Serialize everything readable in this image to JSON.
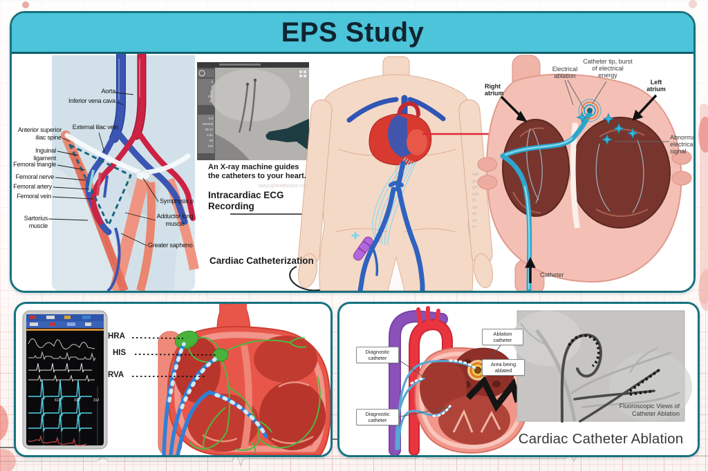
{
  "title": "EPS Study",
  "colors": {
    "banner": "#4cc4d9",
    "border": "#17717f",
    "title_text": "#102430"
  },
  "groin_figure": {
    "labels": {
      "aorta": "Aorta",
      "ivc": "Inferior vena cava",
      "external_iliac_vein": "External iliac vein",
      "asis": "Anterior superior iliac spine",
      "inguinal_ligament": "Inguinal ligament",
      "femoral_triangle": "Femoral triangle",
      "femoral_nerve": "Femoral nerve",
      "femoral_artery": "Femoral artery",
      "femoral_vein": "Femoral vein",
      "sartorius": "Sartorius muscle",
      "symphysis": "Symphysis p",
      "adductor": "Adductor long muscle",
      "saphenous": "Greater sapheno"
    }
  },
  "xray_figure": {
    "caption": "An X-ray machine guides the catheters to your heart.",
    "watermark": "satyughealthcare.com",
    "panel_values": [
      "0",
      "0",
      "-7",
      "115",
      "25",
      "3.8",
      "Normal",
      "05:47",
      "0.61",
      "53",
      "120"
    ],
    "ecg_label": "Intracardiac ECG Recording",
    "cath_label": "Cardiac Catheterization"
  },
  "torso_figure": {
    "watermark_letters": [
      "sat",
      "yu",
      "gh",
      "eal",
      "th",
      "ca",
      "re.",
      "co",
      "m"
    ]
  },
  "ablation_heart_figure": {
    "labels": {
      "right_atrium": "Right atrium",
      "electrical_ablation": "Electrical ablation",
      "catheter_tip": "Catheter tip, burst of electrical energy",
      "left_atrium": "Left atrium",
      "abnormal_signal": "Abnormal electrical signal",
      "catheter": "Catheter"
    }
  },
  "ecg_panel": {
    "catheter_labels": [
      "HRA",
      "HIS",
      "RVA"
    ],
    "monitor_values": [
      "613",
      "312",
      "312"
    ]
  },
  "catheter_ablation_panel": {
    "labels": {
      "ablation_catheter": "Ablation catheter",
      "area_ablated": "Area being ablated",
      "diagnostic_catheter_1": "Diagnostic catheter",
      "diagnostic_catheter_2": "Diagnostic catheter"
    },
    "fluoro_caption": "Fluoroscopic Views of Catheter Ablation",
    "caption": "Cardiac Catheter Ablation"
  }
}
